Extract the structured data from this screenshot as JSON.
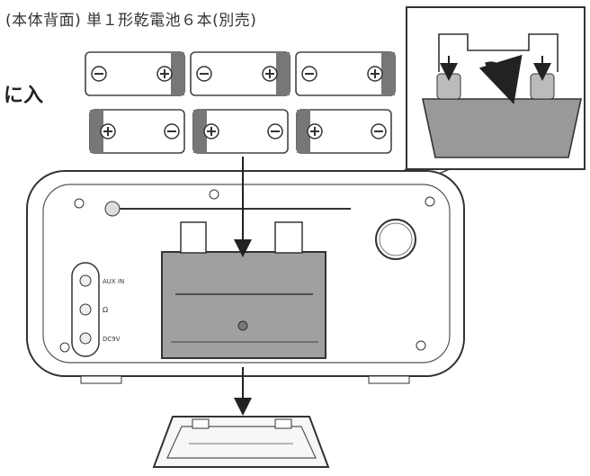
{
  "caption": "(本体背面) 単１形乾電池６本(別売)",
  "side_label": "に入",
  "jack_labels": [
    "AUX IN",
    "Ω",
    "DC9V"
  ],
  "battery_count_top": 3,
  "battery_count_bottom": 3
}
